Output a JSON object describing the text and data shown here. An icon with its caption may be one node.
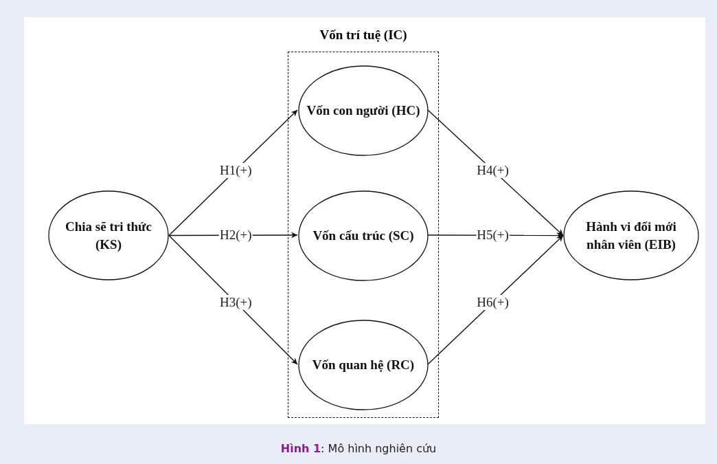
{
  "diagram": {
    "caption": "**Hình 1**: Mô hình nghiên cứu",
    "nodes": [
      {
        "text": [
          "Vốn trí tuệ (IC)"
        ]
      },
      {
        "text": [
          "Vốn con người (HC)"
        ],
        "in": 0
      },
      {
        "text": [
          "Vốn cấu trúc (SC)"
        ],
        "in": 0
      },
      {
        "text": [
          "Vốn quan hệ (RC)"
        ],
        "in": 0
      },
      {
        "text": [
          "Chia sẽ tri thức (KS)"
        ]
      },
      {
        "text": [
          "Hành vi đổi mới nhân viên (EIB)"
        ]
      }
    ],
    "edges": [
      {
        "from": 4,
        "to": 1,
        "arrow": "to",
        "label": "H1(+)"
      },
      {
        "from": 4,
        "to": 2,
        "arrow": "to",
        "label": "H2(+)"
      },
      {
        "from": 4,
        "to": 3,
        "arrow": "to",
        "label": "H3(+)"
      },
      {
        "from": 1,
        "to": 5,
        "arrow": "to",
        "label": "H4(+)"
      },
      {
        "from": 2,
        "to": 5,
        "arrow": "to",
        "label": "H5(+)"
      },
      {
        "from": 3,
        "to": 5,
        "arrow": "to",
        "label": "H6(+)"
      }
    ]
  }
}
